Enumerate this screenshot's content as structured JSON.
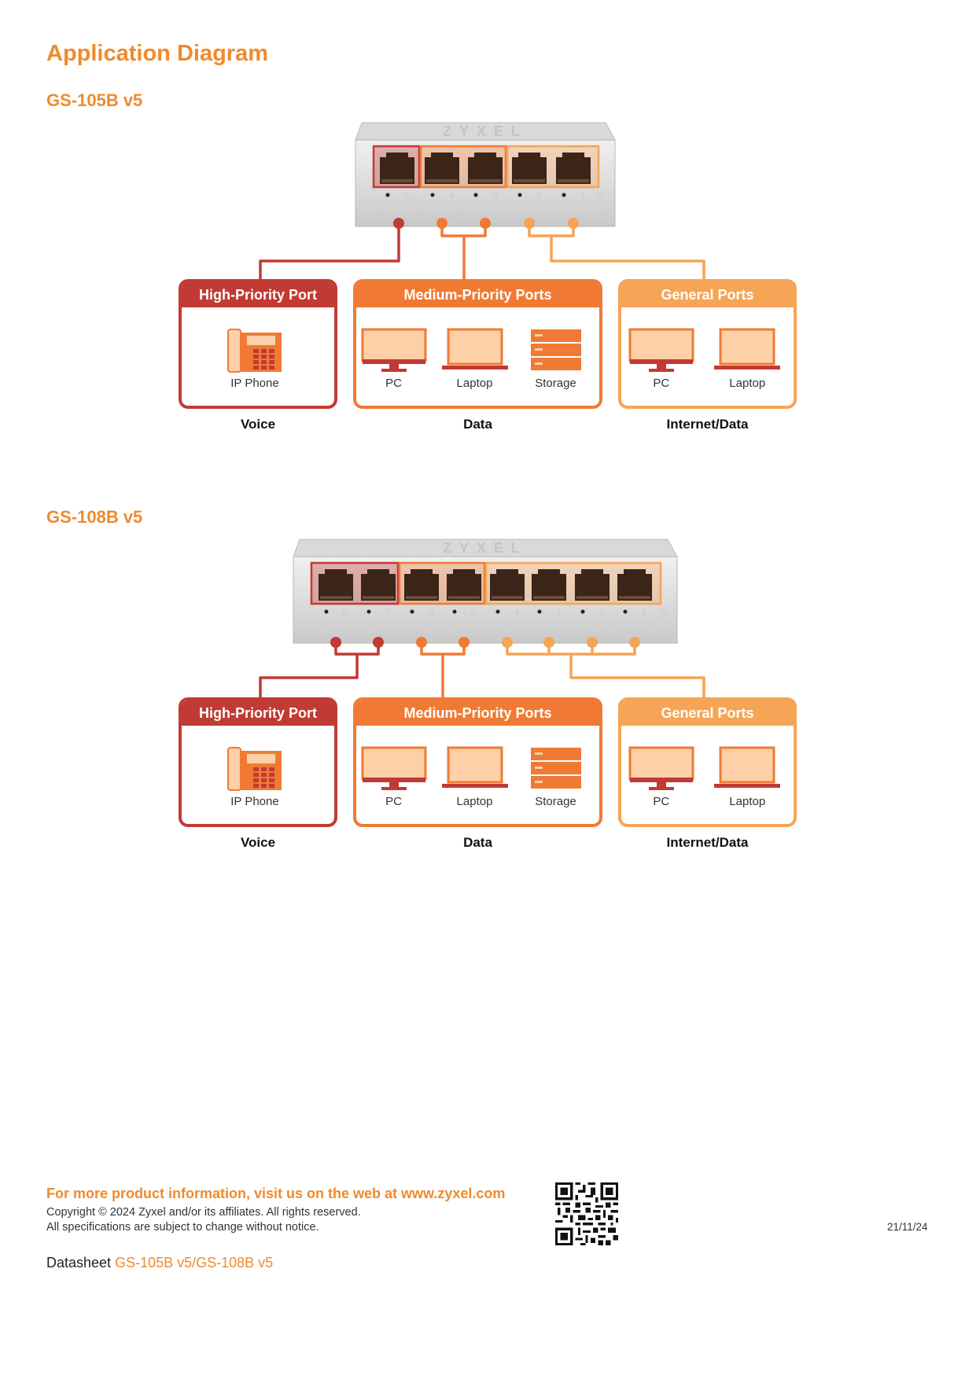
{
  "page": {
    "title": "Application Diagram"
  },
  "colors": {
    "high": "#c13a33",
    "medium": "#f07a34",
    "general": "#f6a456",
    "device_fill": "#fdd0a8",
    "accent": "#ef8a2e"
  },
  "diagrams": [
    {
      "title": "GS-105B v5",
      "brand": "ZYXEL",
      "ports": [
        "5",
        "4",
        "3",
        "2",
        "1"
      ],
      "groups": [
        {
          "header": "High-Priority Port",
          "caption": "Voice",
          "devices": [
            {
              "icon": "ip-phone-icon",
              "label": "IP Phone"
            }
          ]
        },
        {
          "header": "Medium-Priority Ports",
          "caption": "Data",
          "devices": [
            {
              "icon": "pc-icon",
              "label": "PC"
            },
            {
              "icon": "laptop-icon",
              "label": "Laptop"
            },
            {
              "icon": "storage-icon",
              "label": "Storage"
            }
          ]
        },
        {
          "header": "General Ports",
          "caption": "Internet/Data",
          "devices": [
            {
              "icon": "pc-icon",
              "label": "PC"
            },
            {
              "icon": "laptop-icon",
              "label": "Laptop"
            }
          ]
        }
      ]
    },
    {
      "title": "GS-108B v5",
      "brand": "ZYXEL",
      "ports": [
        "8",
        "7",
        "6",
        "5",
        "4",
        "3",
        "2",
        "1"
      ],
      "groups": [
        {
          "header": "High-Priority Port",
          "caption": "Voice",
          "devices": [
            {
              "icon": "ip-phone-icon",
              "label": "IP Phone"
            }
          ]
        },
        {
          "header": "Medium-Priority Ports",
          "caption": "Data",
          "devices": [
            {
              "icon": "pc-icon",
              "label": "PC"
            },
            {
              "icon": "laptop-icon",
              "label": "Laptop"
            },
            {
              "icon": "storage-icon",
              "label": "Storage"
            }
          ]
        },
        {
          "header": "General Ports",
          "caption": "Internet/Data",
          "devices": [
            {
              "icon": "pc-icon",
              "label": "PC"
            },
            {
              "icon": "laptop-icon",
              "label": "Laptop"
            }
          ]
        }
      ]
    }
  ],
  "footer": {
    "link_text": "For more product information, visit us on the web at www.zyxel.com",
    "copyright": "Copyright © 2024 Zyxel and/or its affiliates. All rights reserved.",
    "notice": "All specifications are subject to change without notice.",
    "date": "21/11/24",
    "datasheet_label": "Datasheet",
    "datasheet_models": "GS-105B v5/GS-108B v5"
  }
}
